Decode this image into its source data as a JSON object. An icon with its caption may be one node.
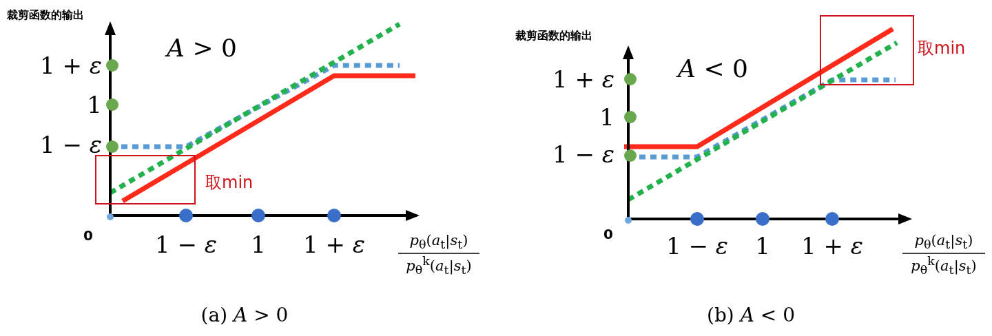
{
  "diagram": {
    "nodes": [
      {
        "text": [
          "取min"
        ]
      },
      {
        "text": [
          "取min"
        ]
      }
    ],
    "labels": [
      "裁剪函数的输出",
      "*A* > 0",
      "1 + *ε*",
      "1",
      "1 − *ε*",
      "0",
      "1 − *ε*",
      "1",
      "1 + *ε*",
      "*p*$_{θ}$(*a*$_{t}$|*s*$_{t}$)",
      "*p*$_{θ}$$^{k}$(*a*$_{t}$|*s*$_{t}$)",
      "(a) *A* > 0",
      "裁剪函数的输出",
      "*A* < 0",
      "1 + *ε*",
      "1",
      "1 − *ε*",
      "0",
      "1 − *ε*",
      "1",
      "1 + *ε*",
      "*p*$_{θ}$(*a*$_{t}$|*s*$_{t}$)",
      "*p*$_{θ}$$^{k}$(*a*$_{t}$|*s*$_{t}$)",
      "(b) *A* < 0"
    ]
  }
}
